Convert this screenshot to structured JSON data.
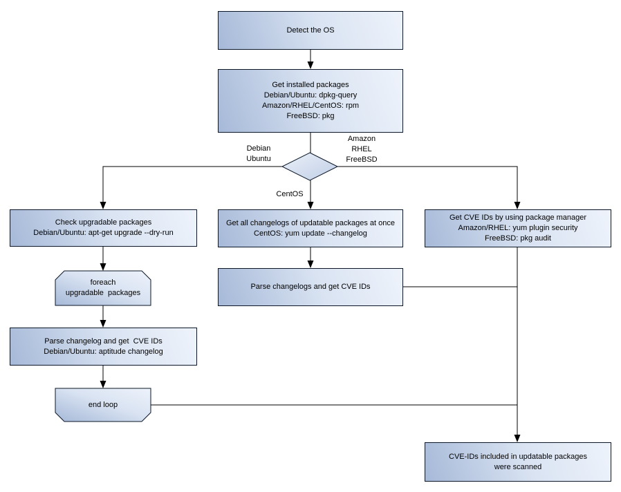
{
  "diagram": {
    "kind": "flowchart",
    "nodes": {
      "detect_os": {
        "label": "Detect the OS"
      },
      "get_installed": {
        "label": "Get installed packages\nDebian/Ubuntu: dpkg-query\nAmazon/RHEL/CentOS: rpm\nFreeBSD: pkg"
      },
      "check_upgradable": {
        "label": "Check upgradable packages\nDebian/Ubuntu: apt-get upgrade --dry-run"
      },
      "foreach_loop": {
        "label": "foreach\nupgradable  packages"
      },
      "parse_changelog_left": {
        "label": "Parse changelog and get  CVE IDs\nDebian/Ubuntu: aptitude changelog"
      },
      "end_loop": {
        "label": "end loop"
      },
      "get_all_changelogs": {
        "label": "Get all changelogs of updatable packages at once\nCentOS: yum update --changelog"
      },
      "parse_changelogs_mid": {
        "label": "Parse changelogs and get CVE IDs"
      },
      "get_cve_ids": {
        "label": "Get CVE IDs by using package manager\nAmazon/RHEL: yum plugin security\nFreeBSD: pkg audit"
      },
      "cve_ids_scanned": {
        "label": "CVE-IDs included in updatable packages\nwere scanned"
      }
    },
    "edge_labels": {
      "debian_ubuntu": "Debian\nUbuntu",
      "amazon_rhel_freebsd": "Amazon\nRHEL\nFreeBSD",
      "centos": "CentOS"
    },
    "colors": {
      "node_fill_dark": "#a6b9d8",
      "node_fill_light": "#eef3fb",
      "diamond_fill_light": "#ecf1f9",
      "diamond_fill_dark": "#bfcde6",
      "node_border": "#0a1626",
      "edge_line": "#000000",
      "text": "#000000",
      "background": "#ffffff"
    }
  }
}
